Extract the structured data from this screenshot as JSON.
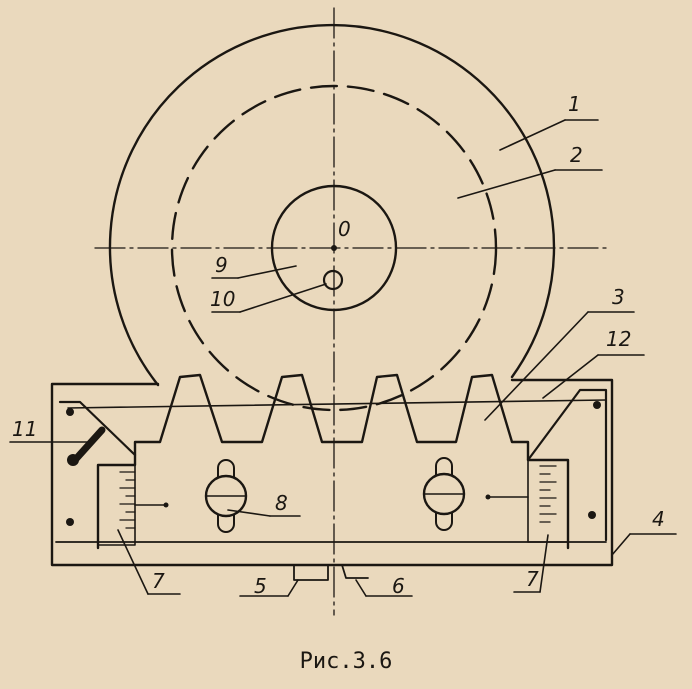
{
  "diagram": {
    "caption": "Рис.3.6",
    "center_label": "0",
    "labels": [
      "1",
      "2",
      "3",
      "4",
      "5",
      "6",
      "7",
      "7",
      "8",
      "9",
      "10",
      "11",
      "12"
    ]
  },
  "colors": {
    "paper": "#ead9bd",
    "ink": "#1b1712"
  }
}
